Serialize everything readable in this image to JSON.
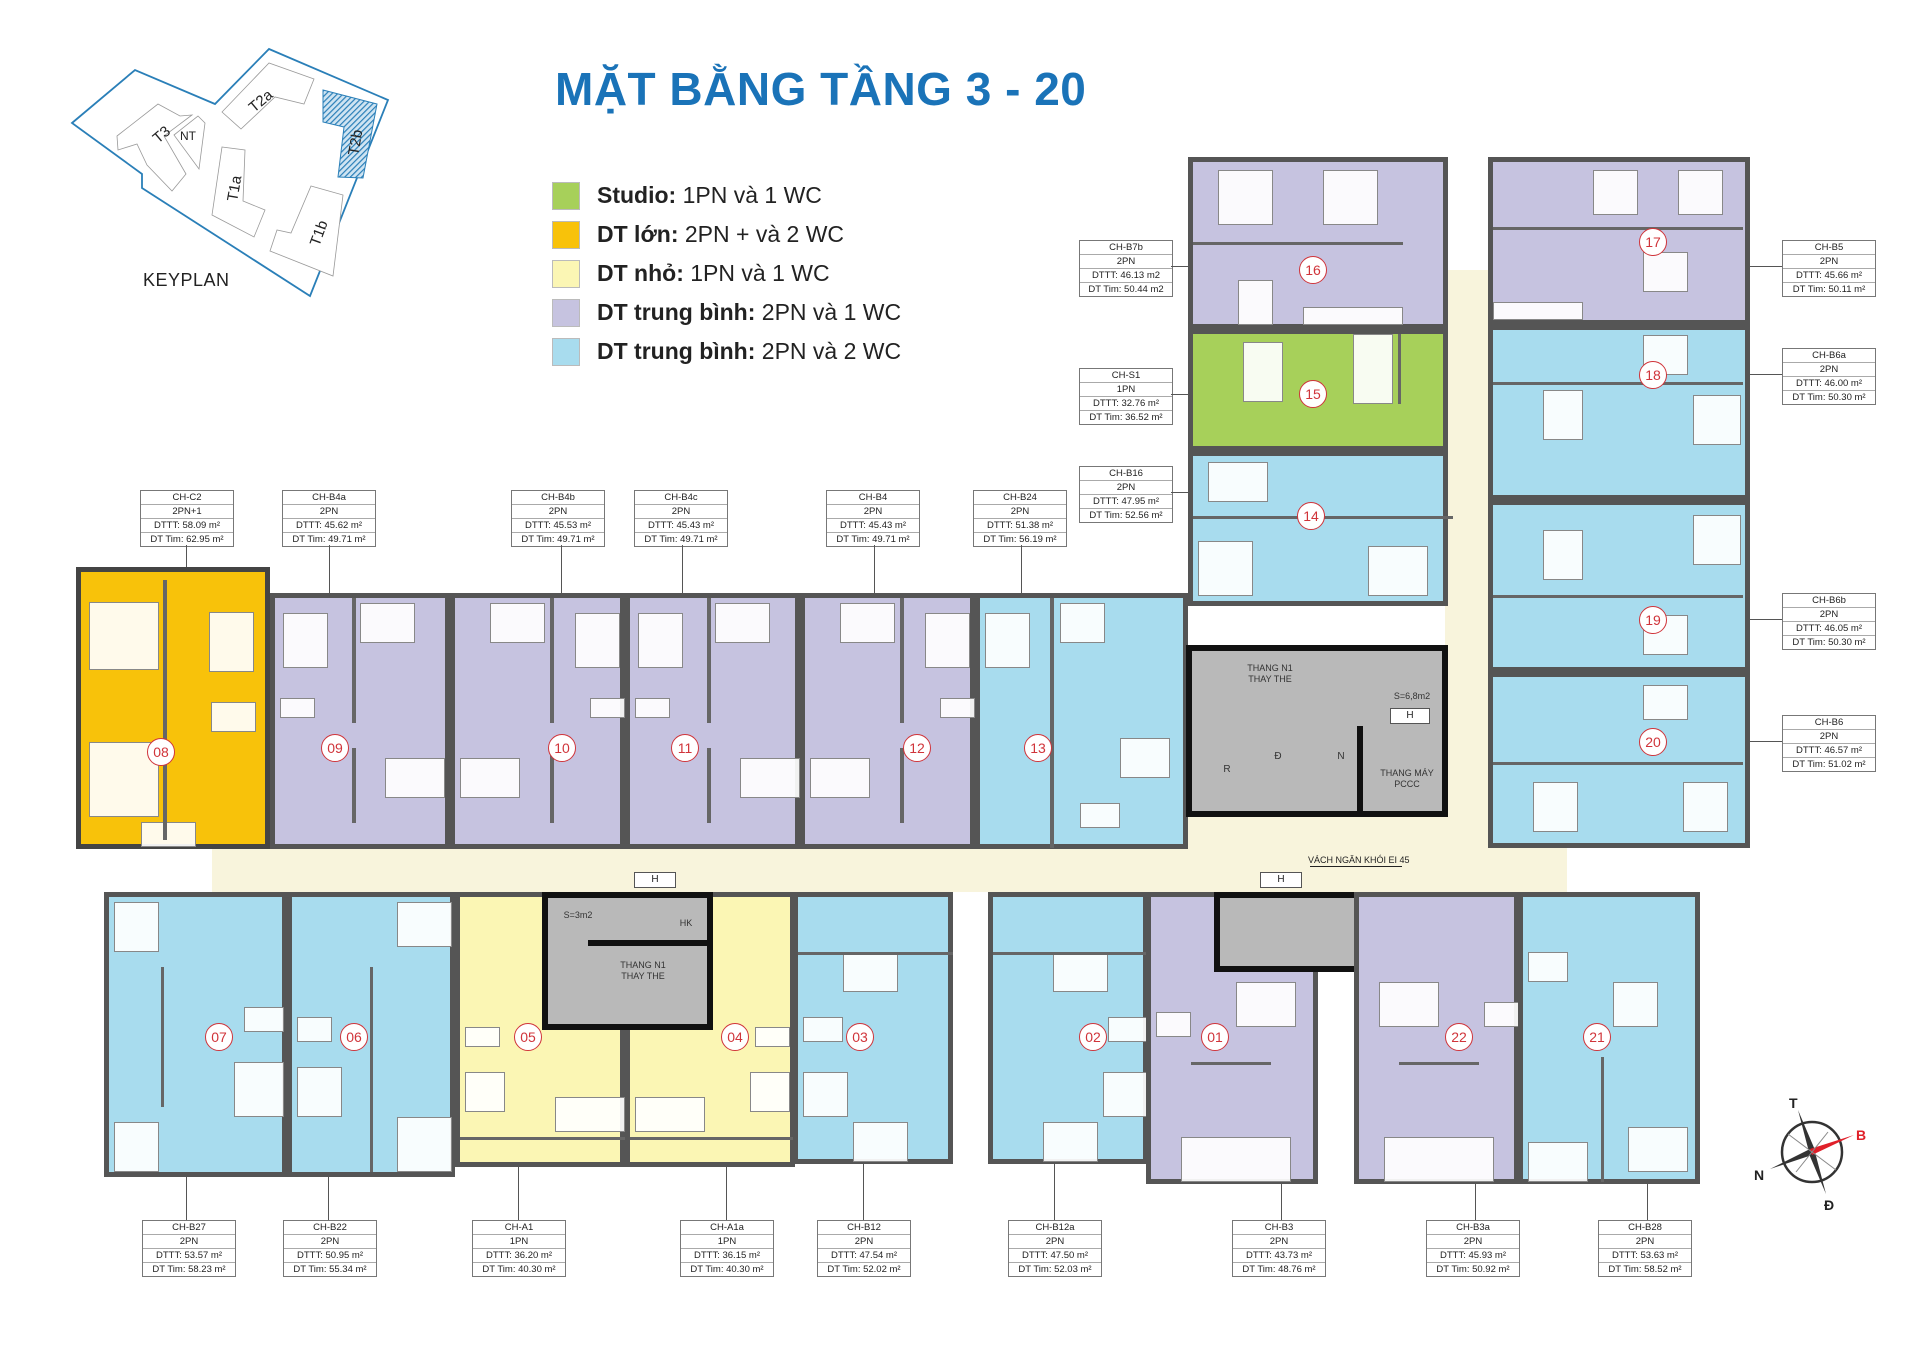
{
  "title": "MẶT BẰNG TẦNG 3 - 20",
  "keyplan": {
    "label": "KEYPLAN",
    "blocks": [
      "T3",
      "NT",
      "T2a",
      "T2b",
      "T1a",
      "T1b"
    ],
    "highlighted_block": "T2b",
    "highlight_color": "#2a7fb8"
  },
  "legend": [
    {
      "bold": "Studio:",
      "text": " 1PN và 1 WC",
      "color": "#a7d05a"
    },
    {
      "bold": "DT lớn:",
      "text": " 2PN + và 2 WC",
      "color": "#f8c20a"
    },
    {
      "bold": "DT nhỏ:",
      "text": " 1PN  và 1 WC",
      "color": "#fbf6b4"
    },
    {
      "bold": "DT trung bình:",
      "text": " 2PN và 1 WC",
      "color": "#c6c3e0"
    },
    {
      "bold": "DT trung bình:",
      "text": " 2PN và 2 WC",
      "color": "#a8dcee"
    }
  ],
  "colors": {
    "studio": "#a7d05a",
    "large": "#f8c20a",
    "small": "#fbf6b4",
    "medium_1wc": "#c6c3e0",
    "medium_2wc": "#a8dcee",
    "corridor": "#f8f4dc",
    "core": "#b9b9b9",
    "unit_number": "#d0343a"
  },
  "units": [
    {
      "no": "01",
      "code": "CH-B3",
      "type": "2PN",
      "dttt": "DTTT: 43.73 m²",
      "dttim": "DT Tim: 48.76 m²"
    },
    {
      "no": "02",
      "code": "CH-B12a",
      "type": "2PN",
      "dttt": "DTTT: 47.50 m²",
      "dttim": "DT Tim: 52.03 m²"
    },
    {
      "no": "03",
      "code": "CH-B12",
      "type": "2PN",
      "dttt": "DTTT: 47.54 m²",
      "dttim": "DT Tim: 52.02 m²"
    },
    {
      "no": "04",
      "code": "CH-A1a",
      "type": "1PN",
      "dttt": "DTTT: 36.15 m²",
      "dttim": "DT Tim: 40.30 m²"
    },
    {
      "no": "05",
      "code": "CH-A1",
      "type": "1PN",
      "dttt": "DTTT: 36.20 m²",
      "dttim": "DT Tim: 40.30 m²"
    },
    {
      "no": "06",
      "code": "CH-B22",
      "type": "2PN",
      "dttt": "DTTT: 50.95 m²",
      "dttim": "DT Tim: 55.34 m²"
    },
    {
      "no": "07",
      "code": "CH-B27",
      "type": "2PN",
      "dttt": "DTTT: 53.57 m²",
      "dttim": "DT Tim: 58.23 m²"
    },
    {
      "no": "08",
      "code": "CH-C2",
      "type": "2PN+1",
      "dttt": "DTTT: 58.09 m²",
      "dttim": "DT Tim: 62.95 m²"
    },
    {
      "no": "09",
      "code": "CH-B4a",
      "type": "2PN",
      "dttt": "DTTT: 45.62 m²",
      "dttim": "DT Tim: 49.71 m²"
    },
    {
      "no": "10",
      "code": "CH-B4b",
      "type": "2PN",
      "dttt": "DTTT: 45.53 m²",
      "dttim": "DT Tim: 49.71 m²"
    },
    {
      "no": "11",
      "code": "CH-B4c",
      "type": "2PN",
      "dttt": "DTTT: 45.43 m²",
      "dttim": "DT Tim: 49.71 m²"
    },
    {
      "no": "12",
      "code": "CH-B4",
      "type": "2PN",
      "dttt": "DTTT: 45.43 m²",
      "dttim": "DT Tim: 49.71 m²"
    },
    {
      "no": "13",
      "code": "CH-B24",
      "type": "2PN",
      "dttt": "DTTT: 51.38 m²",
      "dttim": "DT Tim: 56.19 m²"
    },
    {
      "no": "14",
      "code": "CH-B16",
      "type": "2PN",
      "dttt": "DTTT: 47.95 m²",
      "dttim": "DT Tim: 52.56 m²"
    },
    {
      "no": "15",
      "code": "CH-S1",
      "type": "1PN",
      "dttt": "DTTT: 32.76 m²",
      "dttim": "DT Tim: 36.52 m²"
    },
    {
      "no": "16",
      "code": "CH-B7b",
      "type": "2PN",
      "dttt": "DTTT: 46.13 m2",
      "dttim": "DT Tim: 50.44 m2"
    },
    {
      "no": "17",
      "code": "CH-B5",
      "type": "2PN",
      "dttt": "DTTT: 45.66 m²",
      "dttim": "DT Tim: 50.11 m²"
    },
    {
      "no": "18",
      "code": "CH-B6a",
      "type": "2PN",
      "dttt": "DTTT: 46.00 m²",
      "dttim": "DT Tim: 50.30 m²"
    },
    {
      "no": "19",
      "code": "CH-B6b",
      "type": "2PN",
      "dttt": "DTTT: 46.05 m²",
      "dttim": "DT Tim: 50.30 m²"
    },
    {
      "no": "20",
      "code": "CH-B6",
      "type": "2PN",
      "dttt": "DTTT: 46.57 m²",
      "dttim": "DT Tim: 51.02 m²"
    },
    {
      "no": "21",
      "code": "CH-B28",
      "type": "2PN",
      "dttt": "DTTT: 53.63 m²",
      "dttim": "DT Tim: 58.52 m²"
    },
    {
      "no": "22",
      "code": "CH-B3a",
      "type": "2PN",
      "dttt": "DTTT: 45.93 m²",
      "dttim": "DT Tim: 50.92 m²"
    }
  ],
  "core_labels": {
    "stair_main": "THANG N1\nTHAY THE",
    "stair_main_line1": "THANG N1",
    "stair_main_line2": "THAY THE",
    "area_upper": "S=6,8m2",
    "area_lower": "S=3m2",
    "h": "H",
    "hk": "HK",
    "fire_lift_line1": "THANG MÁY",
    "fire_lift_line2": "PCCC",
    "room_r": "R",
    "room_d": "Đ",
    "room_n": "N",
    "smoke_partition": "VÁCH NGĂN KHÓI EI 45"
  },
  "compass": {
    "north_label": "T",
    "east_label": "B",
    "west_label": "N",
    "south_label": "Đ",
    "accent": "#e0202a"
  }
}
